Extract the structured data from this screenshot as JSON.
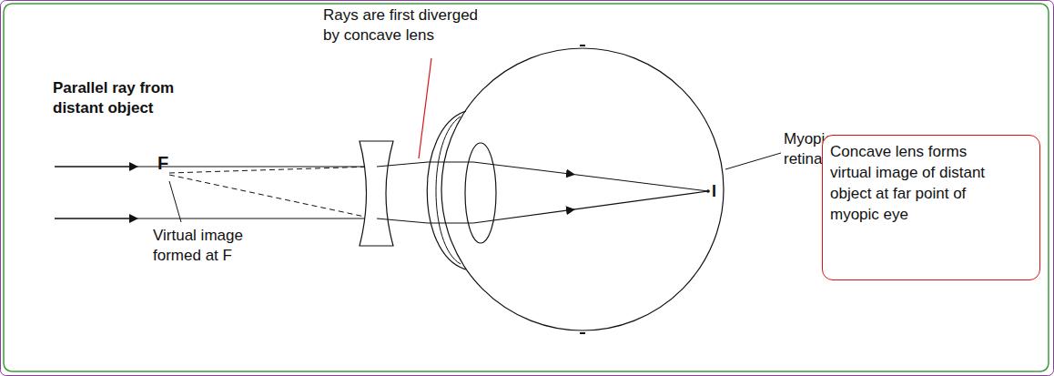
{
  "diagram": {
    "nodes": [
      {
        "text": [
          "Concave lens forms virtual image of distant object at far point of myopic eye"
        ]
      }
    ],
    "labels": [
      "Rays are first diverged by concave lens",
      "Parallel ray from distant object",
      "F",
      "Virtual image formed at F",
      "Myopic retina",
      "I"
    ]
  }
}
